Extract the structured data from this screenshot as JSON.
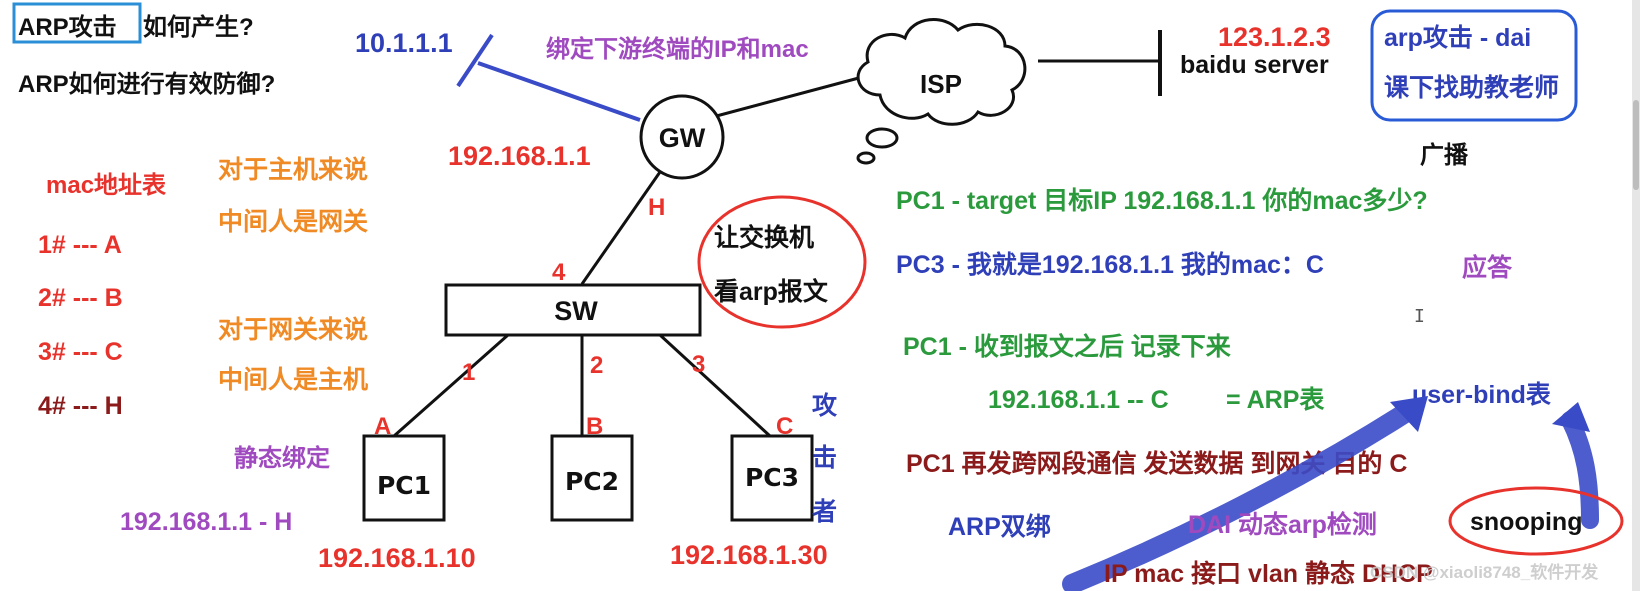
{
  "questions": {
    "q1_highlight": "ARP攻击",
    "q1_rest": "如何产生?",
    "q2": "ARP如何进行有效防御?"
  },
  "topology": {
    "gw_ip": "10.1.1.1",
    "bind_note": "绑定下游终端的IP和mac",
    "isp": "ISP",
    "server_ip": "123.1.2.3",
    "server_name": "baidu server",
    "gw": "GW",
    "gw_lan_ip": "192.168.1.1",
    "gw_mac": "H",
    "sw": "SW",
    "port4": "4",
    "port1": "1",
    "port2": "2",
    "port3": "3",
    "pc1": "PC1",
    "pc2": "PC2",
    "pc3": "PC3",
    "mac_a": "A",
    "mac_b": "B",
    "mac_c": "C",
    "pc1_ip": "192.168.1.10",
    "pc3_ip": "192.168.1.30",
    "attacker": [
      "攻",
      "击",
      "者"
    ],
    "switch_note_1": "让交换机",
    "switch_note_2": "看arp报文"
  },
  "mac_table": {
    "title": "mac地址表",
    "rows": [
      "1# --- A",
      "2# --- B",
      "3# --- C",
      "4# --- H"
    ]
  },
  "notes": {
    "host_view_1": "对于主机来说",
    "host_view_2": "中间人是网关",
    "gw_view_1": "对于网关来说",
    "gw_view_2": "中间人是主机",
    "static_bind": "静态绑定",
    "static_entry": "192.168.1.1 - H"
  },
  "dai_box": {
    "line1": "arp攻击 - dai",
    "line2": "课下找助教老师"
  },
  "flow": {
    "broadcast": "广播",
    "pc1_request": "PC1 - target 目标IP 192.168.1.1 你的mac多少?",
    "pc3_reply": "PC3 - 我就是192.168.1.1  我的mac：C",
    "reply_tag": "应答",
    "pc1_record": "PC1 - 收到报文之后  记录下来",
    "arp_entry": "192.168.1.1 -- C",
    "arp_table": "= ARP表",
    "user_bind": "user-bind表",
    "pc1_send": "PC1 再发跨网段通信 发送数据 到网关  目的 C",
    "arp_double": "ARP双绑",
    "dai": "DAI  动态arp检测",
    "snooping": "snooping",
    "binding_fields": "IP mac 接口 vlan  静态 DHCP",
    "watermark": "CSDN @xiaoli8748_软件开发"
  },
  "colors": {
    "red": "#e8322c",
    "orange": "#f08a24",
    "green": "#2a9a3c",
    "blue": "#2f3fb8",
    "purple": "#a04ac0",
    "darkred": "#8b1a1a",
    "line_blue": "#3a4bc8",
    "box_blue": "#2a5bd7"
  }
}
